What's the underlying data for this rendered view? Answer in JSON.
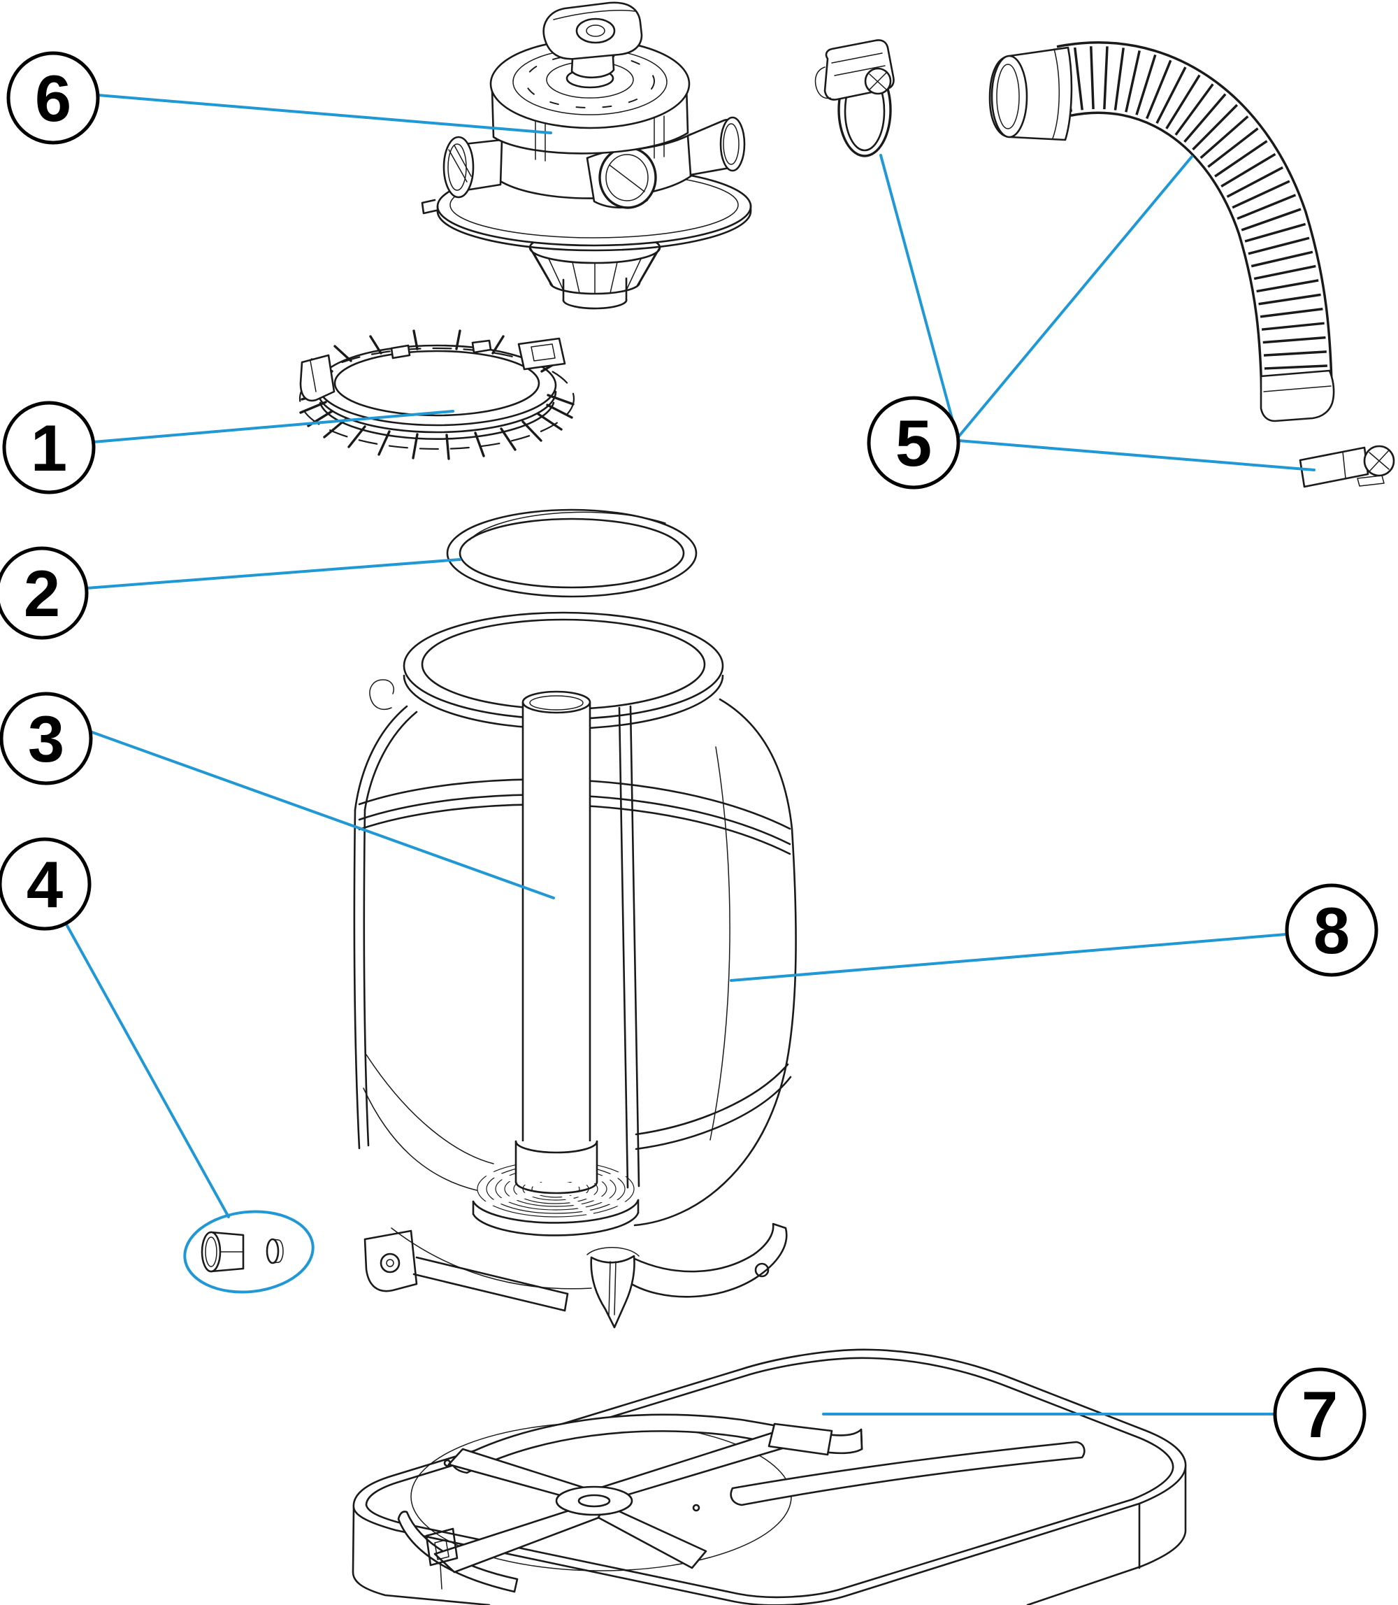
{
  "diagram": {
    "background": "#ffffff",
    "accent_color": "#2098d5",
    "line_color": "#1a1a1a",
    "callouts": [
      {
        "label": "1"
      },
      {
        "label": "2"
      },
      {
        "label": "3"
      },
      {
        "label": "4"
      },
      {
        "label": "5"
      },
      {
        "label": "6"
      },
      {
        "label": "7"
      },
      {
        "label": "8"
      }
    ]
  }
}
